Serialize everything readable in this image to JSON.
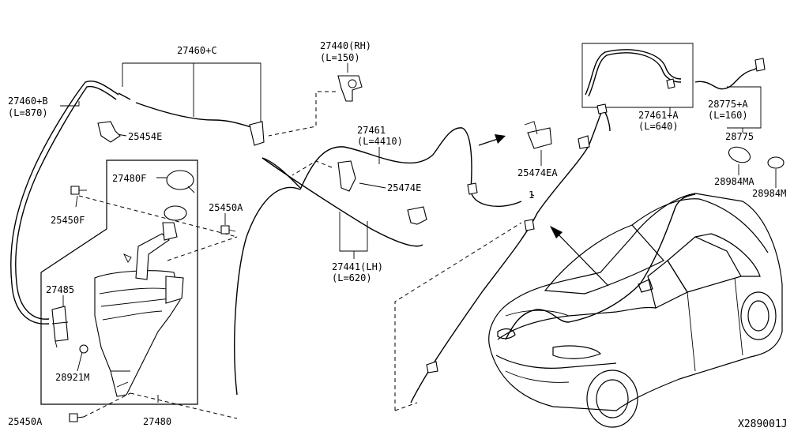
{
  "diagram_id": "X289001J",
  "labels": {
    "p27460c": "27460+C",
    "p27460b": "27460+B",
    "p27460b_len": "(L=870)",
    "p25454e": "25454E",
    "p27480f": "27480F",
    "p25450f": "25450F",
    "p25450a_top": "25450A",
    "p27485": "27485",
    "p28921m": "28921M",
    "p25450a_bottom": "25450A",
    "p27480": "27480",
    "p27440": "27440(RH)",
    "p27440_len": "(L=150)",
    "p27461": "27461",
    "p27461_len": "(L=4410)",
    "p25474e": "25474E",
    "p27441": "27441(LH)",
    "p27441_len": "(L=620)",
    "p25474ea": "25474EA",
    "p27461a": "27461+A",
    "p27461a_len": "(L=640)",
    "p28775a": "28775+A",
    "p28775a_len": "(L=160)",
    "p28775": "28775",
    "p28984ma": "28984MA",
    "p28984m": "28984M",
    "callout_1": "1"
  }
}
